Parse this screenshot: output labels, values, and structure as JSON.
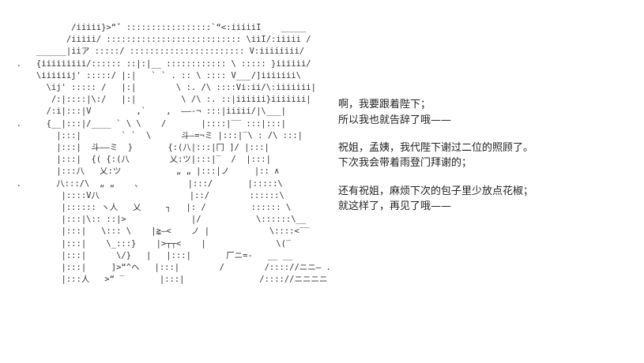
{
  "ascii_art": {
    "lines": [
      "             /iiiii}>“ˇ :::::::::::::::::`“<:iiiiiI    _____",
      "            /iiiii/ ::::::::::::::::::::::::::: \\iiI/:iiiii /",
      "      ______|iiア :::::/ ::::::::::::::::::::::: V:iiiiiiii/",
      "  .   {iiiiiiiii/:::::: ::|:|__ :::::::::::: \\ ::::: }iiiiii/",
      "      \\iiiiiij' :::::/ |:|   ` ` . :: \\ :::: V___/]iiiiiii\\",
      "        \\ij' ::::: /   |:|        \\ :. /\\ ::::Vi:ii/\\:iiiiiii|",
      "         /:|::::|\\:/   |:|         \\ /\\ :. ::|iiiiii}iiiiiii|",
      "        /:i|:::|V         ,`    ,  ‒‒‐¬ :::|iiiii/|\\___|",
      "  .     {__|:::|/____ ` \\ \\    /       |::::|‾‾ :::|:::|",
      "          |:::|        ` `  \\      斗‒=¬ミ |:::|‾\\ : /\\ :::|",
      "          |:::|  斗‒‒ミ  }       {:(八|:::|冂 ]/ |:::|",
      "          |:::|  {( {:(八        乂:ツ|:::|‾  /  |:::|",
      "          |:::八   乂:ツ           „ „ |:::|ノ     |:: ∧",
      "  .       八:::/\\  „ „    、         |:::/       |:::::\\",
      "           |::::V八                  |::/        ::::::\\",
      "           |:::::: ヽ人   乂     ┐   |: /         :::::: \\",
      "           |:::|\\:: ::|>             |/           \\::::::\\__",
      "           |:::|   \\::: \\    |≧‒<    ノ |            \\::::<‾‾",
      "           |:::|    \\_:::}    |>┬┬<    |              \\(‾",
      "           |:::|      \\/}   |   |:::|       厂ニ=-   __ __",
      "           |:::|     ]>“^ヘ   |:::|        /        /:::://ニニ‒ .",
      "           |:::人   >“ ‾       |:::|               /:::://ニニニニ"
    ]
  },
  "dialogue": {
    "line1": "啊，我要跟着陛下；",
    "line2": "所以我也就告辞了哦——",
    "line3": "祝姐，孟姨，我代陛下谢过二位的照顾了。",
    "line4": "下次我会带着雨登门拜谢的；",
    "line5": "还有祝姐，麻烦下次的包子里少放点花椒；",
    "line6": "就这样了，再见了哦——"
  }
}
